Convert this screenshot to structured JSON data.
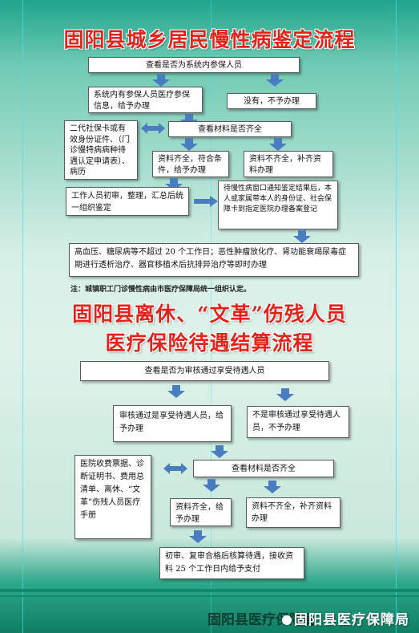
{
  "section1": {
    "title": "固阳县城乡居民慢性病鉴定流程",
    "step1": "查看是否为系统内参保人员",
    "yes_branch": "系统内有参保人员医疗参保信息，给予办理",
    "no_branch": "没有，不予办理",
    "left_docs": "二代社保卡或有效身份证件、（门诊慢特病病种待遇认定申请表）、病历",
    "check": "查看材料是否齐全",
    "complete": "资料齐全，符合条件，给予办理",
    "incomplete": "资料不齐全，补齐资料办理",
    "review": "工作人员初审，整理，汇总后统一组织鉴定",
    "notify": "待慢性病窗口通知鉴定结果后，本人或家属带本人的身份证、社会保障卡到指定医院办理备案登记",
    "final": "高血压、糖尿病等不超过 20 个工作日；恶性肿瘤放化疗、肾功能衰竭尿毒症期进行透析治疗、器官移植术后抗排异治疗等即时办理",
    "note": "注：城镇职工门诊慢性病由市医疗保障局统一组织认定。"
  },
  "section2": {
    "title_line1": "固阳县离休、“文革”伤残人员",
    "title_line2": "医疗保险待遇结算流程",
    "step1": "查看是否为审核通过享受待遇人员",
    "yes_branch": "审核通过是享受待遇人员，给予办理",
    "no_branch": "不是审核通过享受待遇人员，不予办理",
    "left_docs": "医院收费票据、诊断证明书、费用总清单、离休、“文革”伤残人员医疗手册",
    "check": "查看材料是否齐全",
    "complete": "资料齐全，给予办理",
    "incomplete": "资料不齐全，补齐资料办理",
    "final": "初审、复审合格后核算待遇，接收资料 25 个工作日内给予支付"
  },
  "footer": {
    "agency": "固阳县医疗保障局",
    "watermark": "固阳县医疗保障局"
  },
  "colors": {
    "title": "#e0241b",
    "arrow": "#4a7cc0",
    "band": "#0e8a6c"
  }
}
